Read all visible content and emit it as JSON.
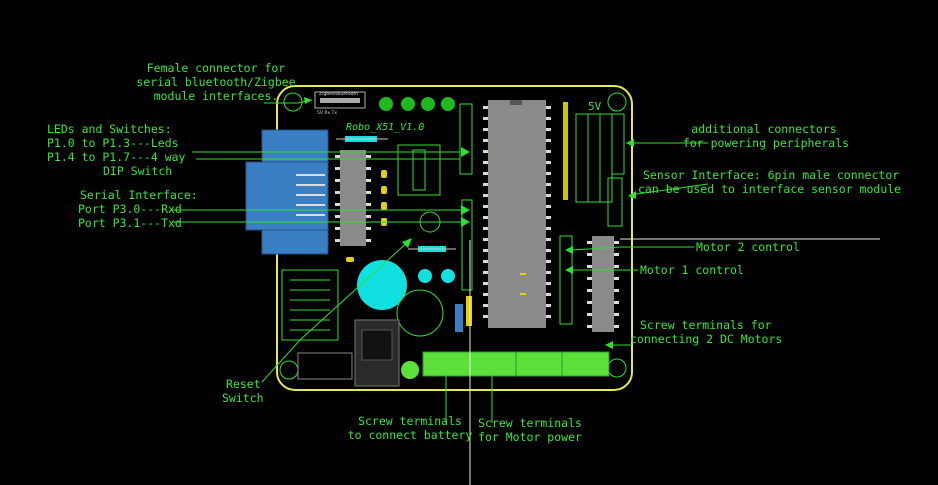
{
  "board": {
    "name": "Robo_X51_V1.0",
    "voltage_label": "5V",
    "connector_silk": "Zigbee/Bluetooth",
    "connector_pins": "5V   Rx   Tx"
  },
  "labels": {
    "female_connector": [
      "Female connector for",
      "serial bluetooth/Zigbee",
      "module interfaces."
    ],
    "leds_switches": [
      "LEDs and Switches:",
      "P1.0 to P1.3---Leds",
      "P1.4 to P1.7---4 way",
      "DIP Switch"
    ],
    "serial": [
      "Serial Interface:",
      "Port P3.0---Rxd",
      "Port P3.1---Txd"
    ],
    "reset": [
      "Reset",
      "Switch"
    ],
    "battery": [
      "Screw terminals",
      "to connect battery"
    ],
    "motor_power": [
      "Screw terminals",
      "for Motor power"
    ],
    "additional": [
      "additional connectors",
      "for powering peripherals"
    ],
    "sensor": [
      "Sensor Interface: 6pin male connector",
      "can be used to interface sensor module"
    ],
    "motor2": [
      "Motor 2 control"
    ],
    "motor1": [
      "Motor 1 control"
    ],
    "dc_motors": [
      "Screw terminals for",
      "connecting 2  DC Motors"
    ]
  },
  "colors": {
    "background": "#000000",
    "board_outline": "#e8e84a",
    "label_green": "#39e639",
    "connector_blue": "#3a7fc4",
    "led_green": "#1fb81f",
    "crystal_cyan": "#11e0e0",
    "terminal_green": "#5ee03a",
    "chip_gray": "#8a8a8a"
  }
}
